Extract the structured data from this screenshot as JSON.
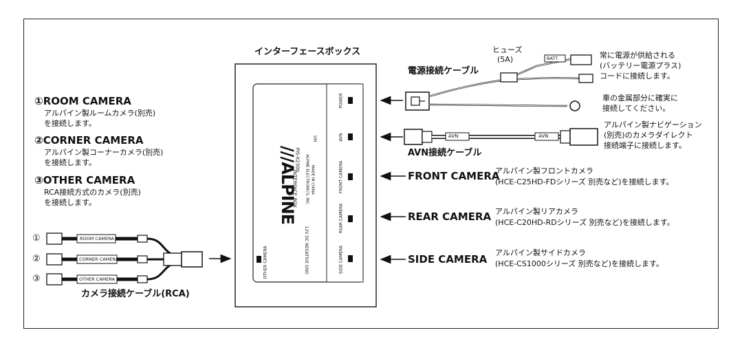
{
  "box_title": "インターフェースボックス",
  "box_face": {
    "brand": "///ALPINE",
    "model_label": "INTERFACE BOX",
    "model_code": "PIS-X2300",
    "print_line1": "ALPINE ELECTRONICS, INC.",
    "print_line2": "MADE IN CHINA",
    "bottom_text": "12V DC NEGATIVE GND",
    "ports": [
      "POWER",
      "AVN",
      "FRONT CAMERA",
      "REAR CAMERA",
      "SIDE CAMERA"
    ],
    "left_port": "OTHER CAMERA",
    "small_mark": "S/N"
  },
  "left_cameras": [
    {
      "title": "①ROOM CAMERA",
      "note": "アルパイン製ルームカメラ(別売)\nを接続します。"
    },
    {
      "title": "②CORNER CAMERA",
      "note": "アルパイン製コーナーカメラ(別売)\nを接続します。"
    },
    {
      "title": "③OTHER CAMERA",
      "note": "RCA接続方式のカメラ(別売)\nを接続します。"
    }
  ],
  "rca_cable": {
    "label": "カメラ接続ケーブル(RCA)",
    "plugs": [
      {
        "num": "①",
        "tag": "ROOM CAMERA"
      },
      {
        "num": "②",
        "tag": "CORNER CAMERA"
      },
      {
        "num": "③",
        "tag": "OTHER CAMERA"
      }
    ]
  },
  "power": {
    "fuse_label": "ヒューズ",
    "fuse_value": "(5A)",
    "cable_label": "電源接続ケーブル",
    "batt_tag": "BATT",
    "batt_note": "常に電源が供給される\n(バッテリー電源プラス)\nコードに接続します。",
    "ground_note": "車の金属部分に確実に\n接続してください。"
  },
  "avn": {
    "tag": "AVN",
    "cable_label": "AVN接続ケーブル",
    "note": "アルパイン製ナビゲーション\n(別売)のカメラダイレクト\n接続端子に接続します。"
  },
  "right_cameras": [
    {
      "name": "FRONT CAMERA",
      "note": "アルパイン製フロントカメラ\n(HCE-C25HD-FDシリーズ 別売など)を接続します。"
    },
    {
      "name": "REAR CAMERA",
      "note": "アルパイン製リアカメラ\n(HCE-C20HD-RDシリーズ 別売など)を接続します。"
    },
    {
      "name": "SIDE CAMERA",
      "note": "アルパイン製サイドカメラ\n(HCE-CS1000シリーズ 別売など)を接続します。"
    }
  ]
}
